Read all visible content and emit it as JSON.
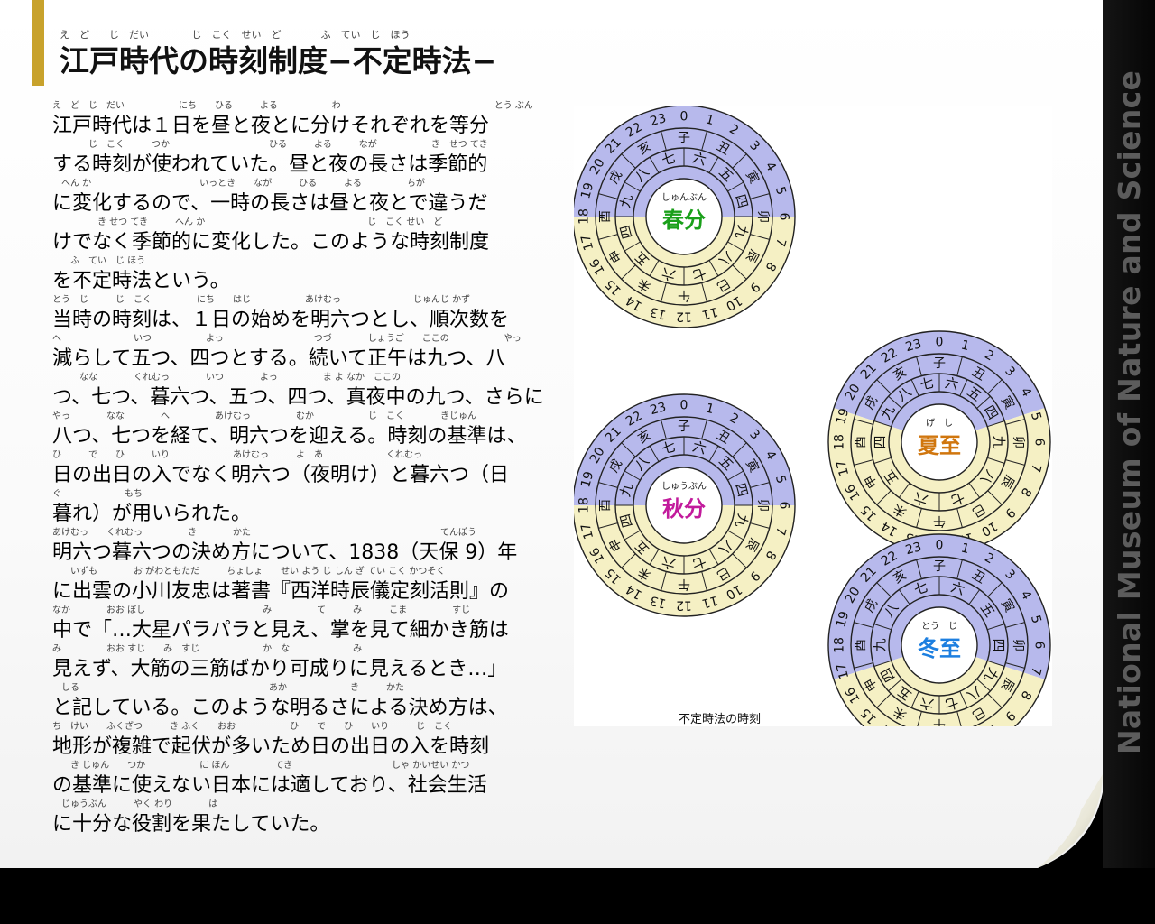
{
  "title": {
    "text": "江戸時代の時刻制度−不定時法−",
    "ruby": "え　ど　　じ　だい　　　　 じ　こく　せい　ど　　　　ふ　てい　じ　ほう"
  },
  "paragraph_lines": [
    {
      "furigana": "え　ど　じ　だい　　　　　　にち　　ひる　　　よる　　　　　　わ　　　　　　　　　　　　　　　　　とう ぶん",
      "text": "江戸時代は１日を昼と夜とに分けそれぞれを等分"
    },
    {
      "furigana": "　　　　じ　こく　　　つか　　　　　　　　　　　ひる　　　よる　　　なが　　　　　　き　せつ てき",
      "text": "する時刻が使われていた。昼と夜の長さは季節的"
    },
    {
      "furigana": "　へん か　　　　　　　　　　　　いっとき　　なが　　　ひる　　　よる　　　　　ちが",
      "text": "に変化するので、一時の長さは昼と夜とで違うだ"
    },
    {
      "furigana": "　　　　　き せつ てき　　　へん か　　　　　　　　　　　　　　　　　　じ　こく せい　ど",
      "text": "けでなく季節的に変化した。このような時刻制度"
    },
    {
      "furigana": "　　ふ　てい　じ ほう",
      "text": "を不定時法という。"
    },
    {
      "furigana": "とう　じ　　　じ　こく　　　　　にち　　はじ　　　　　　あけむっ　　　　　　　　じゅんじ かず",
      "text": "当時の時刻は、１日の始めを明六つとし、順次数を"
    },
    {
      "furigana": "へ　　　　　　　　いつ　　　　　　よっ　　　　　　　　　　つづ　　　　しょうご　　ここの　　　　　　やっ",
      "text": "減らして五つ、四つとする。続いて正午は九つ、八"
    },
    {
      "furigana": "　　　なな　　　　くれむっ　　　　いつ　　　　よっ　　　　　ま よ なか　ここの",
      "text": "つ、七つ、暮六つ、五つ、四つ、真夜中の九つ、さらに"
    },
    {
      "furigana": "やっ　　　　なな　　　　へ　　　　　あけむっ　　　　　むか　　　　　　じ　こく　　　　きじゅん",
      "text": "八つ、七つを経て、明六つを迎える。時刻の基準は、"
    },
    {
      "furigana": "ひ　　　で　　ひ　　　いり　　　　　　　あけむっ　　　よ　あ　　　　　　　くれむっ",
      "text": "日の出日の入でなく明六つ（夜明け）と暮六つ（日"
    },
    {
      "furigana": "ぐ　　　　　　　もち",
      "text": "暮れ）が用いられた。"
    },
    {
      "furigana": "あけむっ　　くれむっ　　　　　き　　　　かた　　　　　　　　　　　　　　　　　　　　　てんぽう　　　　　　　ねん",
      "text": "明六つ暮六つの決め方について、1838（天保 9）年"
    },
    {
      "furigana": "　　いずも　　　　お がわともただ　　　ちょしょ　　せい よう じ しん ぎ てい こく かつそく",
      "text": "に出雲の小川友忠は著書『西洋時辰儀定刻活則』の"
    },
    {
      "furigana": "なか　　　　おお ぼし　　　　　　　　　　　　　み　　　　　て　　　み　　　こま　　　　　すじ",
      "text": "中で「…大星パラパラと見え、掌を見て細かき筋は"
    },
    {
      "furigana": "み　　　　　おお すじ　　み　すじ　　　　　　　か　な　　　　　　　み",
      "text": "見えず、大筋の三筋ばかり可成りに見えるとき…」"
    },
    {
      "furigana": "　しる　　　　　　　　　　　　　　　　　　　　　あか　　　　　　　き　　　かた",
      "text": "と記している。このような明るさによる決め方は、"
    },
    {
      "furigana": "ち　けい　　ふくざつ　　　き ふく　　おお　　　　　　ひ　　で　　ひ　　いり　　　じ　こく",
      "text": "地形が複雑で起伏が多いため日の出日の入を時刻"
    },
    {
      "furigana": "　　き じゅん　　つか　　　　　　に ほん　　　　　てき　　　　　　　　　　　しゃ かいせい かつ",
      "text": "の基準に使えない日本には適しており、社会生活"
    },
    {
      "furigana": "　じゅうぶん　　　やく わり　　　　は",
      "text": "に十分な役割を果たしていた。"
    }
  ],
  "figure": {
    "caption": "不定時法の時刻",
    "hours": [
      "0",
      "1",
      "2",
      "3",
      "4",
      "5",
      "6",
      "7",
      "8",
      "9",
      "10",
      "11",
      "12",
      "13",
      "14",
      "15",
      "16",
      "17",
      "18",
      "19",
      "20",
      "21",
      "22",
      "23"
    ],
    "zodiac": [
      "子",
      "丑",
      "寅",
      "卯",
      "辰",
      "巳",
      "午",
      "未",
      "申",
      "酉",
      "戌",
      "亥"
    ],
    "night_color": "#b7b9ec",
    "day_color": "#f5f0c4",
    "dials": [
      {
        "id": "spring",
        "label": "春分",
        "ruby": "しゅんぶん",
        "color": "#1aa01a",
        "day_fraction": 0.5
      },
      {
        "id": "summer",
        "label": "夏至",
        "ruby": "げ　し",
        "color": "#d0760e",
        "day_fraction": 0.6
      },
      {
        "id": "autumn",
        "label": "秋分",
        "ruby": "しゅうぶん",
        "color": "#c21a9c",
        "day_fraction": 0.5
      },
      {
        "id": "winter",
        "label": "冬至",
        "ruby": "とう　じ",
        "color": "#1d7fe0",
        "day_fraction": 0.4
      }
    ]
  },
  "sidebar": {
    "text": "National Museum of Nature and Science"
  }
}
